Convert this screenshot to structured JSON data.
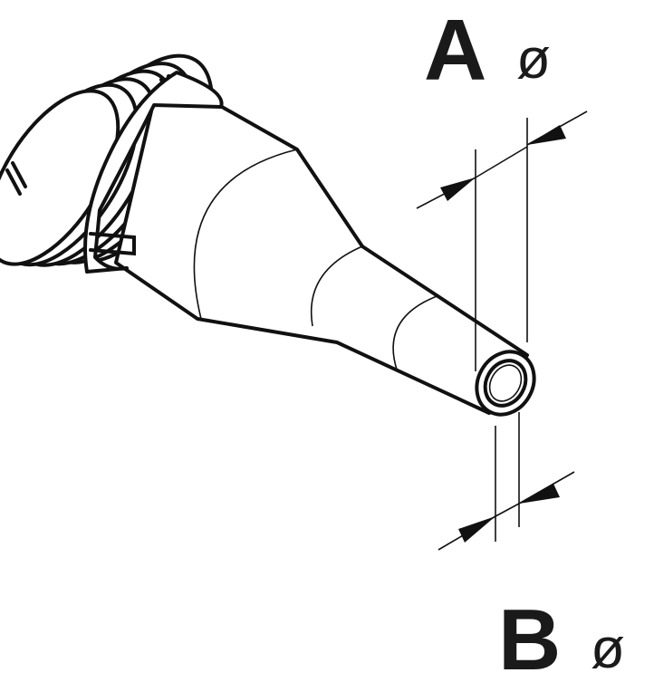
{
  "labels": {
    "a_letter": "A",
    "a_symbol": "ø",
    "b_letter": "B",
    "b_symbol": "ø"
  },
  "colors": {
    "line": "#111111",
    "background": "#ffffff"
  }
}
